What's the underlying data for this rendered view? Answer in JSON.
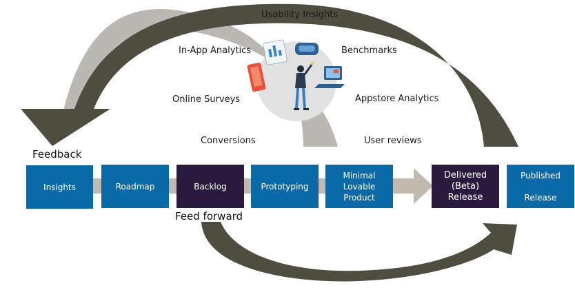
{
  "colors": {
    "blue_box": "#0a6aa8",
    "dark_box": "#2c1a3e",
    "arrow_dark": "#4d4d40",
    "arrow_light": "#b9b8b3",
    "bar": "#c1b9ae",
    "person_circle": "#e1e1e1"
  },
  "labels": {
    "usability_insights": "Usability Insights",
    "in_app_analytics": "In-App Analytics",
    "benchmarks": "Benchmarks",
    "online_surveys": "Online Surveys",
    "appstore_analytics": "Appstore Analytics",
    "conversions": "Conversions",
    "user_reviews": "User reviews",
    "feedback": "Feedback",
    "feed_forward": "Feed forward"
  },
  "stages": [
    {
      "label": "Insights",
      "style": "blue"
    },
    {
      "label": "Roadmap",
      "style": "blue"
    },
    {
      "label": "Backlog",
      "style": "dark"
    },
    {
      "label": "Prototyping",
      "style": "blue"
    },
    {
      "label": "Minimal\nLovable\nProduct",
      "style": "blue"
    },
    {
      "label": "Delivered\n(Beta)\nRelease",
      "style": "dark"
    },
    {
      "label": "Published\n\nRelease",
      "style": "blue"
    }
  ],
  "icons": {
    "illustration": "person-with-devices-icon",
    "tablet": "tablet-icon",
    "chart": "chart-card-icon",
    "vr": "vr-headset-icon",
    "laptop": "laptop-icon"
  }
}
